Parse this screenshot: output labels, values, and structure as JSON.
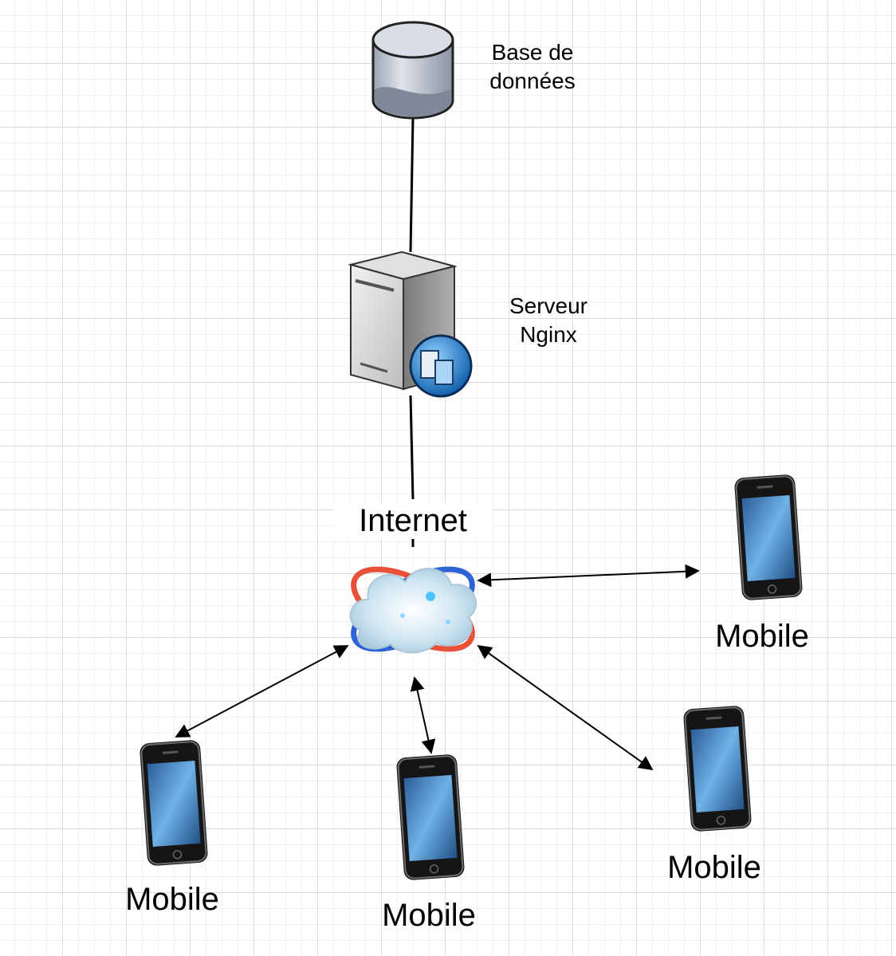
{
  "nodes": {
    "database": {
      "label": "Base de\ndonnées",
      "icon": "database-icon"
    },
    "server": {
      "label": "Serveur\nNginx",
      "icon": "server-icon"
    },
    "internet": {
      "label": "Internet",
      "icon": "internet-cloud-icon"
    },
    "mobiles": [
      {
        "label": "Mobile",
        "icon": "mobile-phone-icon"
      },
      {
        "label": "Mobile",
        "icon": "mobile-phone-icon"
      },
      {
        "label": "Mobile",
        "icon": "mobile-phone-icon"
      },
      {
        "label": "Mobile",
        "icon": "mobile-phone-icon"
      }
    ]
  },
  "colors": {
    "grid": "#d9d9d9",
    "edge": "#000000",
    "server_body": "#c8c8c8",
    "cloud_ring_red": "#e8503a",
    "cloud_ring_blue": "#2e63d6",
    "phone_screen": "#3f86c9"
  }
}
